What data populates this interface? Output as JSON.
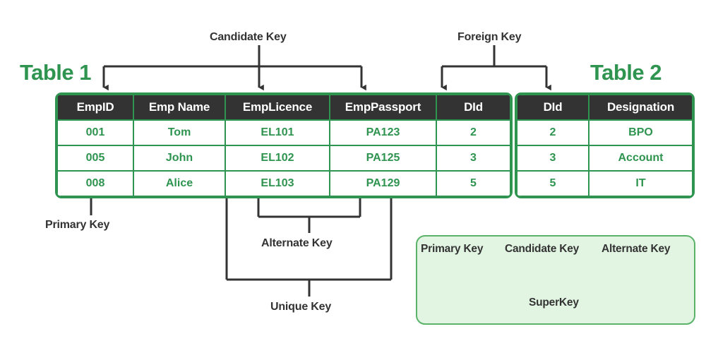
{
  "diagram": {
    "title_table1": "Table 1",
    "title_table2": "Table 2"
  },
  "table1": {
    "headers": [
      "EmpID",
      "Emp Name",
      "EmpLicence",
      "EmpPassport",
      "DId"
    ],
    "rows": [
      [
        "001",
        "Tom",
        "EL101",
        "PA123",
        "2"
      ],
      [
        "005",
        "John",
        "EL102",
        "PA125",
        "3"
      ],
      [
        "008",
        "Alice",
        "EL103",
        "PA129",
        "5"
      ]
    ]
  },
  "table2": {
    "headers": [
      "DId",
      "Designation"
    ],
    "rows": [
      [
        "2",
        "BPO"
      ],
      [
        "3",
        "Account"
      ],
      [
        "5",
        "IT"
      ]
    ]
  },
  "annotations": {
    "candidate_key": "Candidate Key",
    "foreign_key": "Foreign Key",
    "primary_key": "Primary Key",
    "alternate_key": "Alternate Key",
    "unique_key": "Unique Key"
  },
  "legend": {
    "primary_key": "Primary Key",
    "candidate_key": "Candidate Key",
    "alternate_key": "Alternate Key",
    "superkey": "SuperKey"
  },
  "colors": {
    "green": "#2e9450",
    "header_dark": "#333333",
    "legend_bg": "#e2f5e2",
    "legend_border": "#5bb36a",
    "connector": "#333333"
  }
}
